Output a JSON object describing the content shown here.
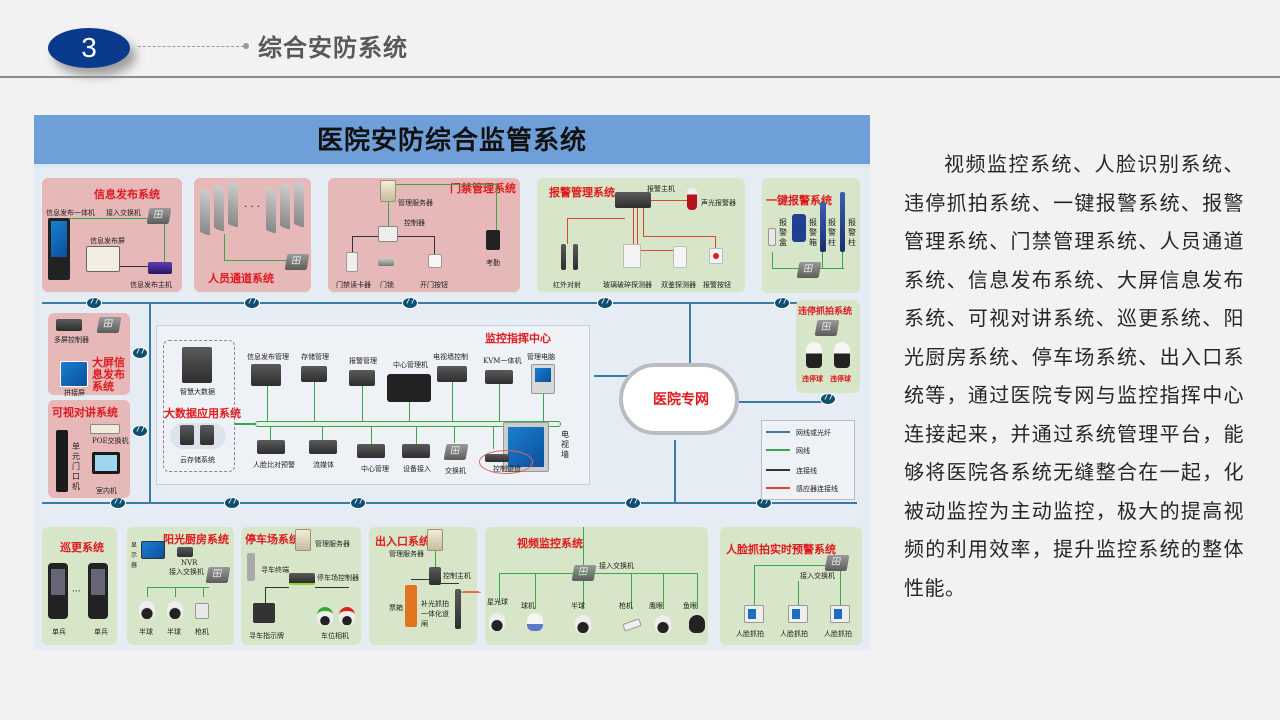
{
  "header": {
    "section_number": "3",
    "section_title": "综合安防系统"
  },
  "diagram": {
    "title": "医院安防综合监管系统",
    "network_label": "医院专网",
    "command_center": {
      "title": "监控指挥中心",
      "top_devices": [
        "信息发布管理",
        "存储管理",
        "报警管理",
        "中心管理机",
        "电视墙控制",
        "KVM一体机",
        "管理电脑"
      ],
      "bottom_devices": [
        "人脸比对预警",
        "流媒体",
        "中心管理",
        "设备接入",
        "交换机",
        "控制键盘"
      ],
      "tv_wall": "电视墙",
      "bigdata": {
        "title": "大数据应用系统",
        "items": [
          "智慧大数据",
          "云存储系统"
        ]
      }
    },
    "systems": {
      "info_release": {
        "title": "信息发布系统",
        "labels": [
          "信息发布一体机",
          "接入交换机",
          "信息发布屏",
          "信息发布主机"
        ]
      },
      "personnel_channel": {
        "title": "人员通道系统",
        "labels": [
          "· · ·"
        ]
      },
      "access_control": {
        "title": "门禁管理系统",
        "labels": [
          "管理服务器",
          "控制器",
          "门禁读卡器",
          "门锁",
          "开门按钮",
          "考勤"
        ]
      },
      "alarm_management": {
        "title": "报警管理系统",
        "labels": [
          "报警主机",
          "声光报警器",
          "红外对射",
          "玻璃破碎探测器",
          "双鉴探测器",
          "报警按钮"
        ]
      },
      "one_key_alarm": {
        "title": "一键报警系统",
        "labels": [
          "报警盒",
          "报警箱",
          "报警柱",
          "报警柱"
        ]
      },
      "parking_violation": {
        "title": "违停抓拍系统",
        "labels": [
          "违停球",
          "违停球"
        ]
      },
      "big_screen": {
        "title": "大屏信息发布系统",
        "labels": [
          "多屏控制器",
          "拼接屏"
        ]
      },
      "video_intercom": {
        "title": "可视对讲系统",
        "labels": [
          "单元门口机",
          "POE交换机",
          "室内机"
        ]
      },
      "patrol": {
        "title": "巡更系统",
        "labels": [
          "单兵",
          "单兵"
        ]
      },
      "sunshine_kitchen": {
        "title": "阳光厨房系统",
        "labels": [
          "显示器",
          "NVR",
          "接入交换机",
          "半球",
          "半球",
          "枪机"
        ]
      },
      "parking": {
        "title": "停车场系统",
        "labels": [
          "管理服务器",
          "寻车终端",
          "停车场控制器",
          "寻车指示牌",
          "车位相机"
        ]
      },
      "entrance_exit": {
        "title": "出入口系统",
        "labels": [
          "管理服务器",
          "控制主机",
          "票箱",
          "补光抓拍一体化道闸"
        ]
      },
      "video_surveillance": {
        "title": "视频监控系统",
        "labels": [
          "接入交换机",
          "星光球",
          "球机",
          "半球",
          "枪机",
          "鹰眼",
          "鱼眼"
        ]
      },
      "face_capture": {
        "title": "人脸抓拍实时预警系统",
        "labels": [
          "接入交换机",
          "人脸抓拍",
          "人脸抓拍",
          "人脸抓拍"
        ]
      }
    },
    "legend": [
      {
        "label": "网线或光纤",
        "color": "#3a7aa8"
      },
      {
        "label": "网线",
        "color": "#3aa64a"
      },
      {
        "label": "连接线",
        "color": "#333333"
      },
      {
        "label": "感应器连接线",
        "color": "#e0462e"
      }
    ]
  },
  "body_text": "视频监控系统、人脸识别系统、违停抓拍系统、一键报警系统、报警管理系统、门禁管理系统、人员通道系统、信息发布系统、大屏信息发布系统、可视对讲系统、巡更系统、阳光厨房系统、停车场系统、出入口系统等，通过医院专网与监控指挥中心连接起来，并通过系统管理平台，能够将医院各系统无缝整合在一起，化被动监控为主动监控，极大的提高视频的利用效率，提升监控系统的整体性能。",
  "colors": {
    "badge": "#0a3a8c",
    "system_title_red": "#e0191e",
    "diagram_header": "#6f9fd8",
    "pink_panel": "#e7b8b8",
    "green_panel": "#d7e6c8"
  }
}
